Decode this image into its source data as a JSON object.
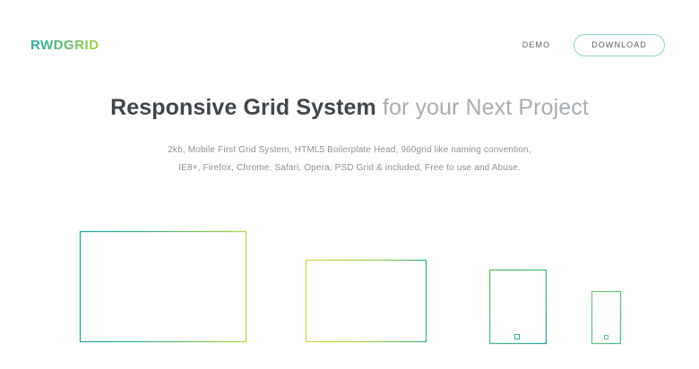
{
  "header": {
    "logo_text": "RWDGRID",
    "nav": [
      {
        "label": "DEMO",
        "name": "nav-link-demo"
      }
    ],
    "download_label": "DOWNLOAD"
  },
  "hero": {
    "headline_strong": "Responsive Grid System",
    "headline_light": " for your Next Project",
    "sub_line_1": "2kb, Mobile First Grid System, HTML5 Boilerplate Head, 960grid like naming convention,",
    "sub_line_2": "IE8+, Firefox, Chrome, Safari, Opera, PSD Grid & included, Free to use and Abuse."
  },
  "devices": [
    {
      "name": "device-monitor",
      "label": "monitor"
    },
    {
      "name": "device-laptop",
      "label": "laptop"
    },
    {
      "name": "device-tablet",
      "label": "tablet"
    },
    {
      "name": "device-phone",
      "label": "phone"
    }
  ],
  "colors": {
    "page_background": "#ffffff",
    "logo_gradient_start": "#2bb396",
    "logo_gradient_end": "#a9d24e",
    "button_border": "#8fd8cf",
    "headline_strong": "#41464b",
    "headline_light": "#a9aeb2",
    "subcopy": "#8d9297",
    "device_stroke_teal": "#2aa9a0",
    "device_stroke_green": "#4cbb73",
    "device_stroke_lime": "#a8d14f",
    "device_stroke_yellow": "#d2d84a"
  }
}
